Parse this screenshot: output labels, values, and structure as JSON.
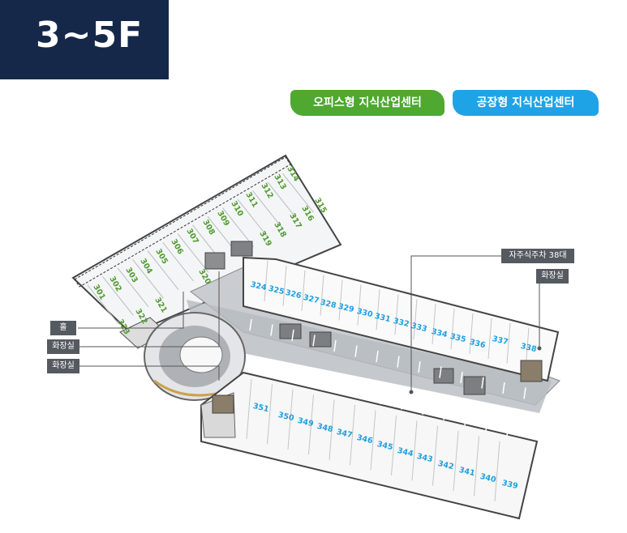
{
  "floor": {
    "label": "3~5F"
  },
  "legend": {
    "office": "오피스형 지식산업센터",
    "factory": "공장형 지식산업센터"
  },
  "colors": {
    "badge_bg": "#16284a",
    "office": "#4fa830",
    "factory": "#1ea3e6",
    "callout_bg": "#555a60"
  },
  "callouts": {
    "hall": "홀",
    "restroom_left_1": "화장실",
    "restroom_left_2": "화장실",
    "parking": "자주식주차 38대",
    "restroom_right": "화장실"
  },
  "units": {
    "office": [
      "301",
      "302",
      "303",
      "304",
      "305",
      "306",
      "307",
      "308",
      "309",
      "310",
      "311",
      "312",
      "313",
      "314",
      "315",
      "316",
      "317",
      "318",
      "319",
      "320",
      "321",
      "322",
      "323"
    ],
    "factory_top": [
      "324",
      "325",
      "326",
      "327",
      "328",
      "329",
      "330",
      "331",
      "332",
      "333",
      "334",
      "335",
      "336",
      "337",
      "338"
    ],
    "factory_bottom": [
      "351",
      "350",
      "349",
      "348",
      "347",
      "346",
      "345",
      "344",
      "343",
      "342",
      "341",
      "340",
      "339"
    ]
  }
}
